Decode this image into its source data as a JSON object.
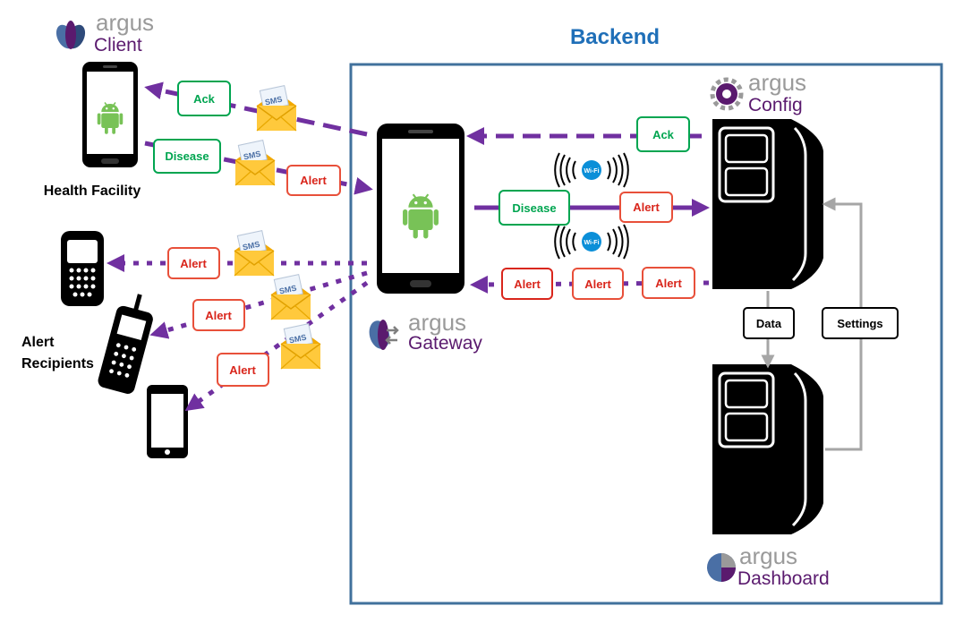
{
  "backend_title": "Backend",
  "logos": {
    "client": {
      "name": "argus",
      "sub": "Client"
    },
    "config": {
      "name": "argus",
      "sub": "Config"
    },
    "gateway": {
      "name": "argus",
      "sub": "Gateway"
    },
    "dashboard": {
      "name": "argus",
      "sub": "Dashboard"
    }
  },
  "captions": {
    "health_facility": "Health Facility",
    "alert_recipients_1": "Alert",
    "alert_recipients_2": "Recipients"
  },
  "labels": {
    "ack": "Ack",
    "disease": "Disease",
    "alert": "Alert",
    "data": "Data",
    "settings": "Settings"
  },
  "icons": {
    "sms": "SMS",
    "wifi": "Wi-Fi"
  },
  "colors": {
    "arrow": "#7030a0",
    "backend_border": "#41719c",
    "backend_title": "#1f6fb8",
    "green_label": "#00a550",
    "red_label": "#d9261c",
    "android": "#78c257",
    "gray_arrow": "#a6a6a6"
  }
}
